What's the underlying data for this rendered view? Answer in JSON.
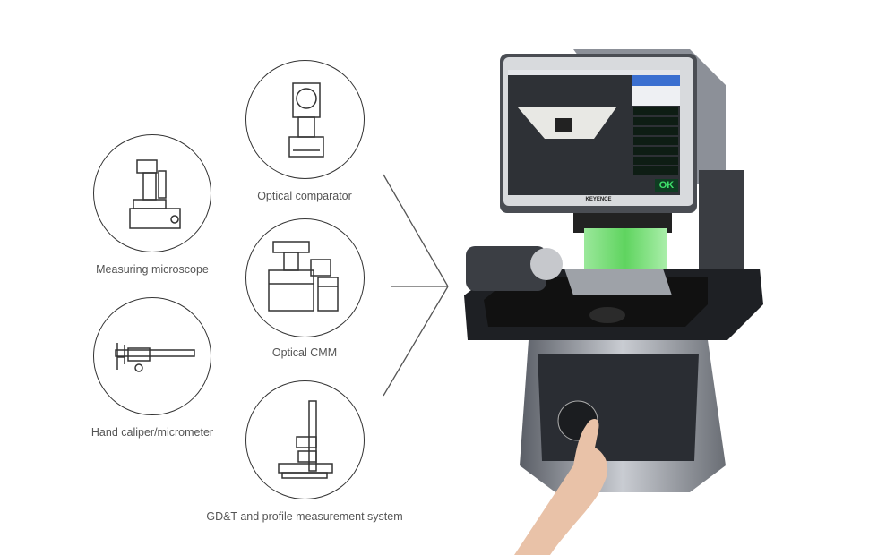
{
  "methods": [
    {
      "label": "Optical comparator",
      "icon": "optical-comparator-icon"
    },
    {
      "label": "Measuring microscope",
      "icon": "measuring-microscope-icon"
    },
    {
      "label": "Optical CMM",
      "icon": "optical-cmm-icon"
    },
    {
      "label": "Hand caliper/micrometer",
      "icon": "caliper-icon"
    },
    {
      "label": "GD&T and profile measurement system",
      "icon": "profile-system-icon"
    }
  ],
  "device": {
    "brand": "KEYENCE",
    "result": "OK",
    "colors": {
      "glow": "#7be07b",
      "screen_ok": "#1aa34a",
      "panel": "#2a2d33"
    }
  }
}
